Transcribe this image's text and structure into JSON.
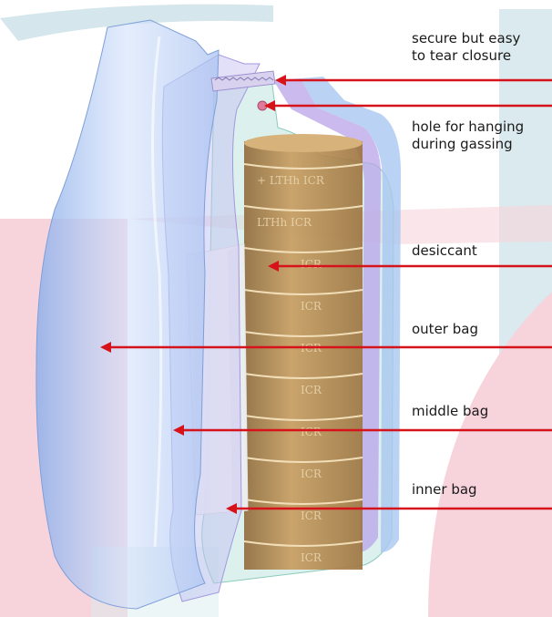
{
  "labels": {
    "closure": "secure but easy\nto tear closure",
    "hole": "hole for hanging\nduring gassing",
    "desiccant": "desiccant",
    "outer_bag": "outer bag",
    "middle_bag": "middle bag",
    "inner_bag": "inner bag"
  },
  "plate_text": [
    "+ LTHh ICR",
    "LTHh ICR",
    "ICR",
    "ICR",
    "ICR",
    "ICR",
    "ICR",
    "ICR",
    "ICR",
    "ICR"
  ],
  "colors": {
    "arrow": "#d6131b",
    "background_pink": "#f6d0da",
    "background_blue": "#cfe4ea",
    "outer_bag": "#b9cff2",
    "middle_bag": "#c9bff0",
    "inner_bag": "#bfe6de",
    "plates": "#b98a4c"
  }
}
